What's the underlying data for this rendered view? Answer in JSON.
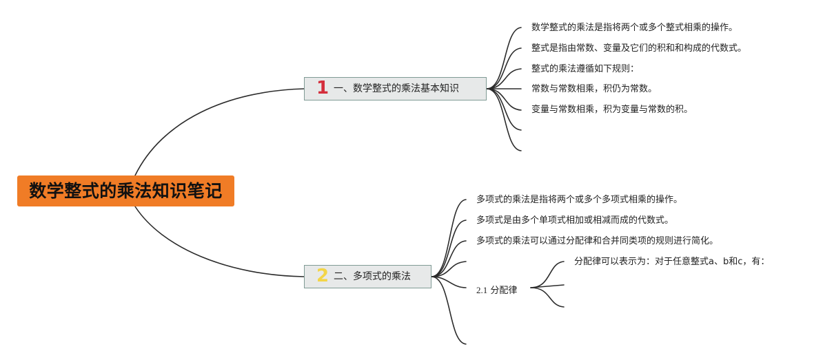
{
  "root": {
    "title": "数学整式的乘法知识笔记"
  },
  "branches": [
    {
      "number": "1",
      "number_color": "#d42e3c",
      "label": "一、数学整式的乘法基本知识",
      "items": [
        "数学整式的乘法是指将两个或多个整式相乘的操作。",
        "整式是指由常数、变量及它们的积和和构成的代数式。",
        "整式的乘法遵循如下规则：",
        "常数与常数相乘，积仍为常数。",
        "变量与常数相乘，积为变量与常数的积。",
        "",
        ""
      ]
    },
    {
      "number": "2",
      "number_color": "#f3d547",
      "label": "二、多项式的乘法",
      "items": [
        "多项式的乘法是指将两个或多个多项式相乘的操作。",
        "多项式是由多个单项式相加或相减而成的代数式。",
        "多项式的乘法可以通过分配律和合并同类项的规则进行简化。"
      ],
      "subtopic": {
        "label_num": "2.1",
        "label_text": "分配律",
        "items": [
          "分配律可以表示为：对于任意整式a、b和c，有：",
          "",
          ""
        ]
      }
    }
  ],
  "colors": {
    "root_bg": "#f07c26",
    "branch_bg": "#e7e9e9",
    "branch_border": "#7f9a94",
    "line": "#2b2b2b"
  }
}
